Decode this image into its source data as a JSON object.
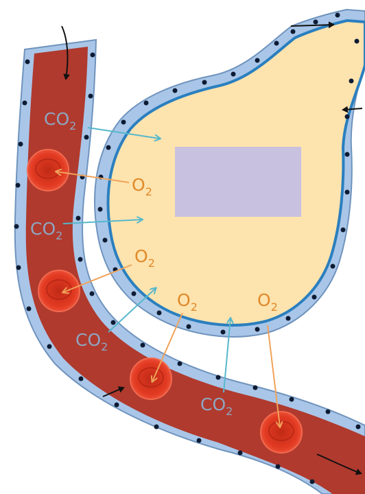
{
  "labels": {
    "co2": "CO",
    "o2": "O",
    "sub": "2"
  },
  "colors": {
    "capillary": "#b03a2e",
    "capillary_dark": "#8e2a22",
    "wall": "#a9c6e8",
    "wall_edge": "#6f93bd",
    "alveolus_fill": "#fde3ae",
    "alveolus_line": "#2a7fbf",
    "cell_dot": "#0d1b33",
    "rbc": "#e23a22",
    "rbc_inner": "#c92d18",
    "co2_text": "#8fa6c0",
    "co2_arrow": "#56b8cc",
    "o2_text": "#e08a2a",
    "o2_arrow": "#f0a35a",
    "label_box": "#c9c1e0",
    "flow_arrow": "#111111"
  },
  "icons": {
    "red_blood_cell": "rbc-icon",
    "flow": "flow-arrow-icon"
  }
}
